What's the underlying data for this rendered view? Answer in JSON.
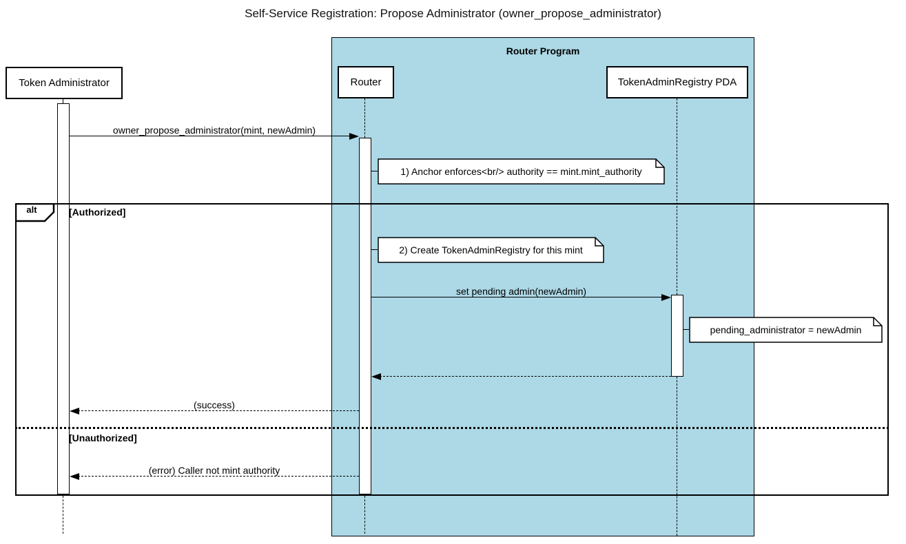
{
  "title": "Self-Service Registration: Propose Administrator (owner_propose_administrator)",
  "colors": {
    "program_fill": "#ADD8E6",
    "line": "#000000",
    "participant_fill": "#FFFFFF",
    "note_fill": "#FFFFFF"
  },
  "program": {
    "label": "Router Program"
  },
  "participants": [
    {
      "id": "token-administrator",
      "label": "Token Administrator"
    },
    {
      "id": "router",
      "label": "Router"
    },
    {
      "id": "registry-pda",
      "label": "TokenAdminRegistry PDA"
    }
  ],
  "messages": [
    {
      "from": "token-administrator",
      "to": "router",
      "style": "solid",
      "label": "owner_propose_administrator(mint, newAdmin)"
    },
    {
      "from": "router",
      "to": "registry-pda",
      "style": "solid",
      "label": "set pending admin(newAdmin)"
    },
    {
      "from": "registry-pda",
      "to": "router",
      "style": "dashed",
      "label": ""
    },
    {
      "from": "router",
      "to": "token-administrator",
      "style": "dashed",
      "label": "(success)"
    },
    {
      "from": "router",
      "to": "token-administrator",
      "style": "dashed",
      "label": "(error) Caller not mint authority"
    }
  ],
  "notes": [
    "1) Anchor enforces<br/> authority == mint.mint_authority",
    "2) Create TokenAdminRegistry for this mint",
    "pending_administrator = newAdmin"
  ],
  "alt": {
    "operator": "alt",
    "guards": [
      "[Authorized]",
      "[Unauthorized]"
    ]
  }
}
